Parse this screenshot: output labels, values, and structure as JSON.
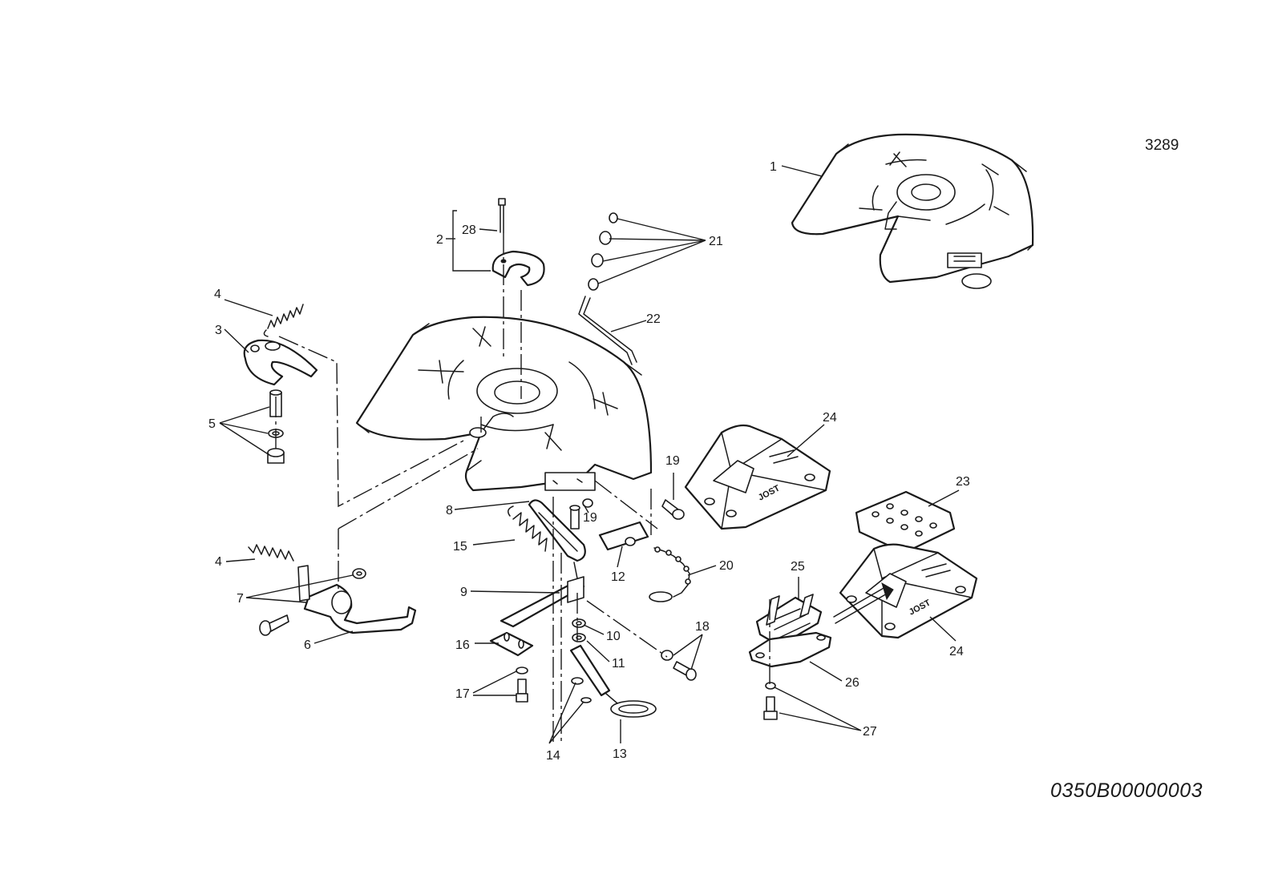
{
  "drawing": {
    "reference_number": "3289",
    "document_number": "0350B00000003",
    "casting_mark": "JOST"
  },
  "callouts": {
    "c1": "1",
    "c2": "2",
    "c3": "3",
    "c4a": "4",
    "c4b": "4",
    "c5": "5",
    "c6": "6",
    "c7": "7",
    "c8": "8",
    "c9": "9",
    "c10": "10",
    "c11": "11",
    "c12": "12",
    "c13": "13",
    "c14": "14",
    "c15": "15",
    "c16": "16",
    "c17": "17",
    "c18": "18",
    "c19a": "19",
    "c19b": "19",
    "c20": "20",
    "c21": "21",
    "c22": "22",
    "c23": "23",
    "c24a": "24",
    "c24b": "24",
    "c25": "25",
    "c26": "26",
    "c27": "27",
    "c28": "28"
  }
}
